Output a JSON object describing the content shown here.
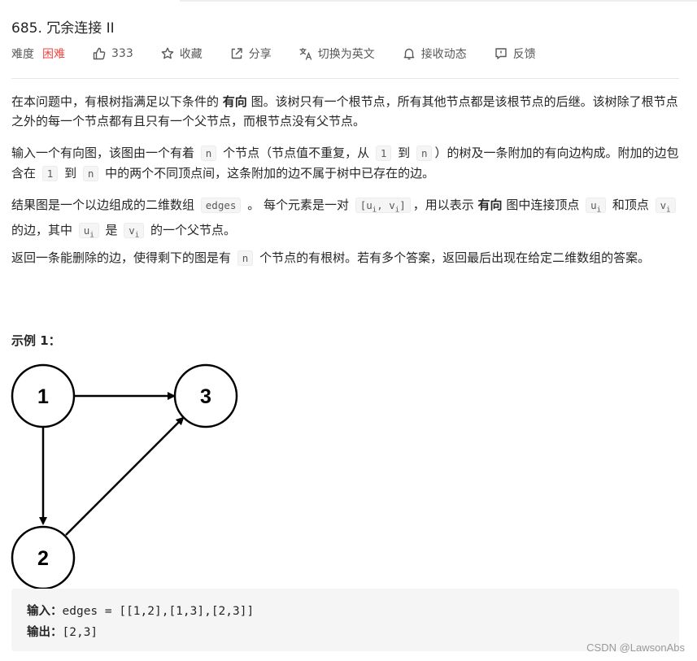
{
  "problem": {
    "title": "685. 冗余连接 II"
  },
  "meta": {
    "difficulty_label": "难度",
    "difficulty_value": "困难",
    "difficulty_color": "#ef4743",
    "likes_icon": "thumbs-up-icon",
    "likes_count": "333",
    "favorite_icon": "star-icon",
    "favorite_label": "收藏",
    "share_icon": "share-icon",
    "share_label": "分享",
    "translate_icon": "translate-icon",
    "translate_label": "切换为英文",
    "subscribe_icon": "bell-icon",
    "subscribe_label": "接收动态",
    "feedback_icon": "feedback-icon",
    "feedback_label": "反馈"
  },
  "description": {
    "p1": {
      "a": "在本问题中，有根树指满足以下条件的 ",
      "b": "有向",
      "c": " 图。该树只有一个根节点，所有其他节点都是该根节点的后继。该树除了根节点之外的每一个节点都有且只有一个父节点，而根节点没有父节点。"
    },
    "p2": {
      "a": "输入一个有向图，该图由一个有着 ",
      "code_n1": "n",
      "b": " 个节点（节点值不重复，从 ",
      "code_1a": "1",
      "c": " 到 ",
      "code_n2": "n",
      "d": "）的树及一条附加的有向边构成。附加的边包含在 ",
      "code_1b": "1",
      "e": " 到 ",
      "code_n3": "n",
      "f": " 中的两个不同顶点间，这条附加的边不属于树中已存在的边。"
    },
    "p3": {
      "a": "结果图是一个以边组成的二维数组 ",
      "code_edges": "edges",
      "b": " 。 每个元素是一对 ",
      "pair_open": "[u",
      "pair_sub1": "i",
      "pair_mid": ", v",
      "pair_sub2": "i",
      "pair_close": "]",
      "c": "，用以表示 ",
      "d": "有向",
      "e": " 图中连接顶点 ",
      "u_base": "u",
      "u_sub": "i",
      "f": " 和顶点 ",
      "v_base": "v",
      "v_sub": "i",
      "g": " 的边，其中 ",
      "u2_base": "u",
      "u2_sub": "i",
      "h": " 是 ",
      "v2_base": "v",
      "v2_sub": "i",
      "i": " 的一个父节点。"
    },
    "p4": {
      "a": "返回一条能删除的边，使得剩下的图是有 ",
      "code_n": "n",
      "b": " 个节点的有根树。若有多个答案，返回最后出现在给定二维数组的答案。"
    }
  },
  "example": {
    "title": "示例 1：",
    "graph": {
      "nodes": [
        "1",
        "2",
        "3"
      ],
      "edges": [
        [
          "1",
          "3"
        ],
        [
          "1",
          "2"
        ],
        [
          "2",
          "3"
        ]
      ]
    },
    "input_label": "输入：",
    "input_value": "edges = [[1,2],[1,3],[2,3]]",
    "output_label": "输出：",
    "output_value": "[2,3]"
  },
  "watermark": "CSDN @LawsonAbs"
}
